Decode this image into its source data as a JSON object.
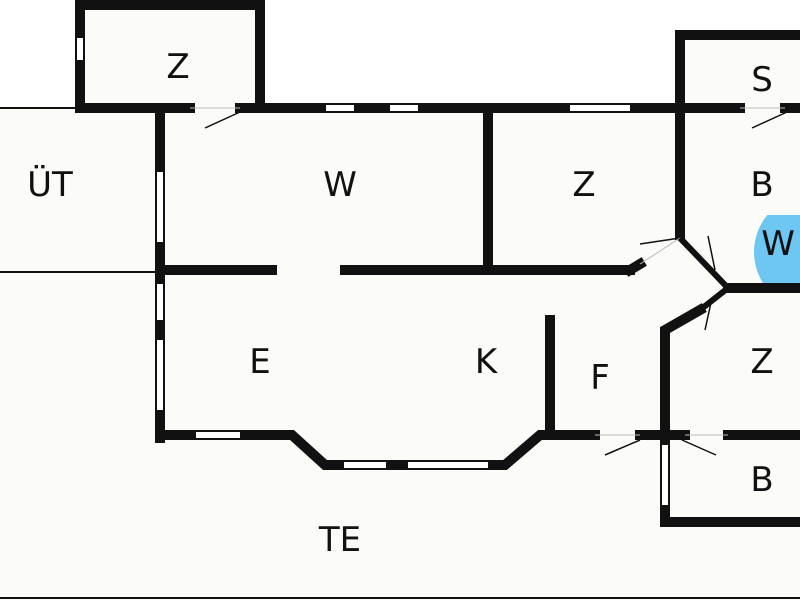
{
  "colors": {
    "floor": "#fbfbf7",
    "wall": "#111111",
    "window": "#ffffff",
    "door_swing": "#111111",
    "accent_circle": "#6ec6f2"
  },
  "rooms": {
    "z_top_left": "Z",
    "s_top_right": "S",
    "ut": "ÜT",
    "w_main": "W",
    "z_middle": "Z",
    "b_upper": "B",
    "w_right": "W",
    "e": "E",
    "k": "K",
    "f": "F",
    "z_lower": "Z",
    "b_lower": "B",
    "te": "TE"
  }
}
